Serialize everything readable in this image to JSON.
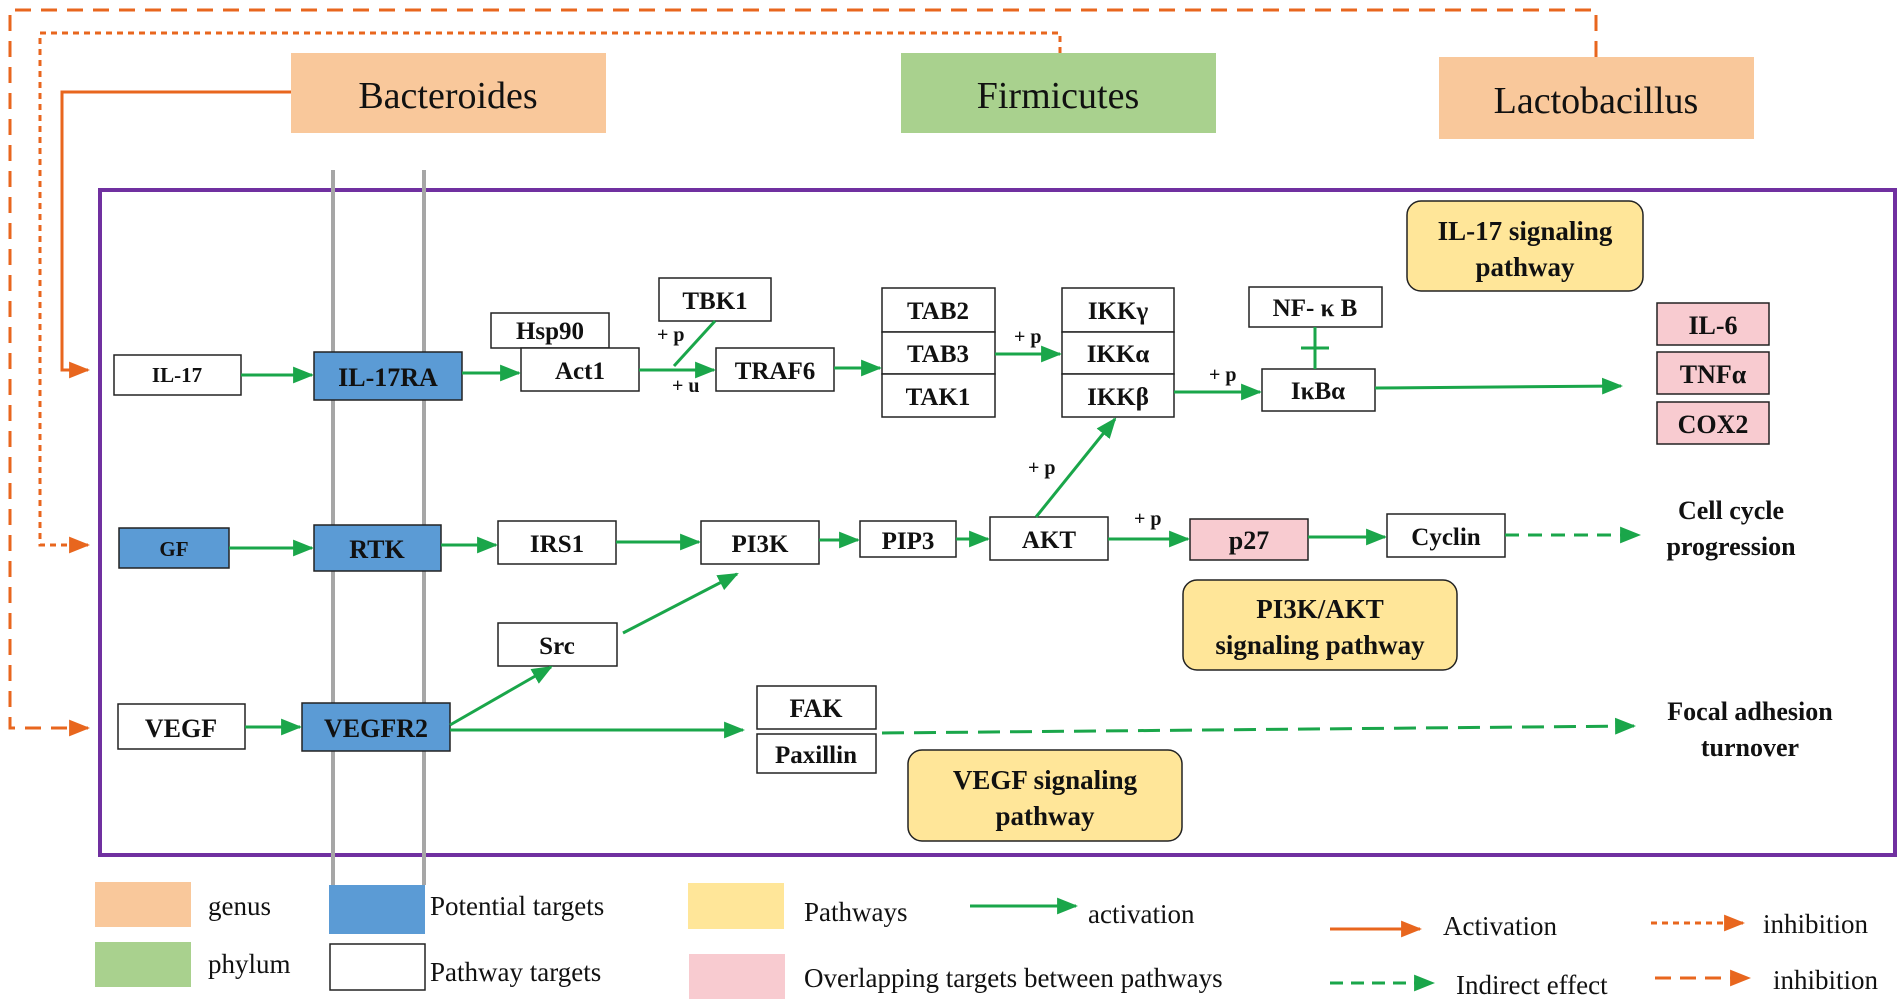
{
  "taxa": {
    "bacteroides": "Bacteroides",
    "firmicutes": "Firmicutes",
    "lactobacillus": "Lactobacillus"
  },
  "nodes": {
    "il17": "IL-17",
    "il17ra": "IL-17RA",
    "hsp90": "Hsp90",
    "act1": "Act1",
    "tbk1": "TBK1",
    "traf6": "TRAF6",
    "tab2": "TAB2",
    "tab3": "TAB3",
    "tak1": "TAK1",
    "ikkg": "IKKγ",
    "ikka": "IKKα",
    "ikkb": "IKKβ",
    "nfkb": "NF- κ B",
    "ikba": "IκBα",
    "il6": "IL-6",
    "tnfa": "TNFα",
    "cox2": "COX2",
    "gf": "GF",
    "rtk": "RTK",
    "irs1": "IRS1",
    "pi3k": "PI3K",
    "pip3": "PIP3",
    "akt": "AKT",
    "p27": "p27",
    "cyclin": "Cyclin",
    "src": "Src",
    "vegf": "VEGF",
    "vegfr2": "VEGFR2",
    "fak": "FAK",
    "paxillin": "Paxillin"
  },
  "outcomes": {
    "cell_cycle_1": "Cell cycle",
    "cell_cycle_2": "progression",
    "focal_1": "Focal adhesion",
    "focal_2": "turnover"
  },
  "pathways": {
    "il17_1": "IL-17 signaling",
    "il17_2": "pathway",
    "pi3k_1": "PI3K/AKT",
    "pi3k_2": "signaling pathway",
    "vegf_1": "VEGF signaling",
    "vegf_2": "pathway"
  },
  "signs": {
    "p": "+ p",
    "u": "+ u"
  },
  "legend": {
    "genus": "genus",
    "phylum": "phylum",
    "potential_targets": "Potential targets",
    "pathway_targets": "Pathway targets",
    "pathways": "Pathways",
    "overlapping": "Overlapping targets between pathways",
    "activation_green": "activation",
    "activation_orange": "Activation",
    "indirect_effect": "Indirect effect",
    "inhibition_dotted": "inhibition",
    "inhibition_dashed": "inhibition"
  },
  "colors": {
    "genus": "#F9C89B",
    "phylum": "#A9D18E",
    "potential_target": "#5B9BD5",
    "pathway_box": "#FFE699",
    "overlap": "#F8CBD0",
    "green_arrow": "#1AA64A",
    "orange_arrow": "#E8661E",
    "frame": "#7030A0"
  }
}
